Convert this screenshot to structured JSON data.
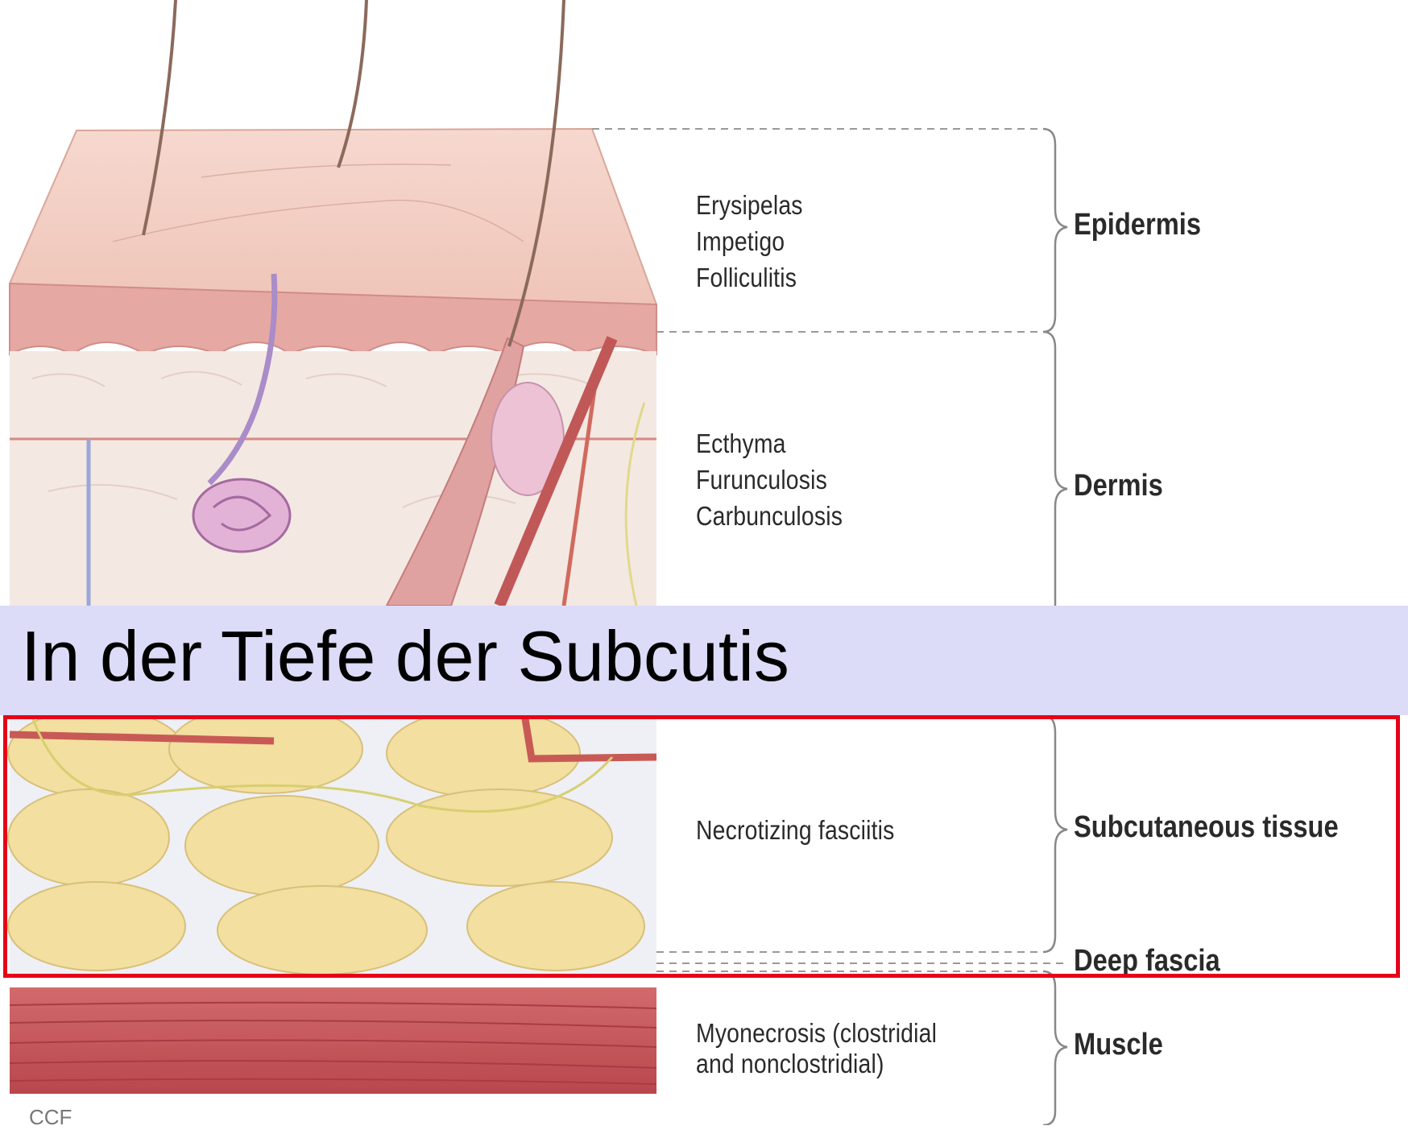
{
  "diagram": {
    "layers": [
      {
        "id": "epidermis",
        "label": "Epidermis",
        "conditions": [
          "Erysipelas",
          "Impetigo",
          "Folliculitis"
        ]
      },
      {
        "id": "dermis",
        "label": "Dermis",
        "conditions": [
          "Ecthyma",
          "Furunculosis",
          "Carbunculosis"
        ]
      },
      {
        "id": "subcutaneous",
        "label": "Subcutaneous tissue",
        "conditions": [
          "Necrotizing fasciitis"
        ]
      },
      {
        "id": "deep-fascia",
        "label": "Deep fascia",
        "conditions": []
      },
      {
        "id": "muscle",
        "label": "Muscle",
        "conditions": [
          "Myonecrosis (clostridial",
          "and nonclostridial)"
        ]
      }
    ],
    "banner_title": "In der Tiefe der Subcutis",
    "watermark": "CCF",
    "colors": {
      "epidermis": "#efc6bb",
      "dermis": "#f3e6e1",
      "subcutaneous_fat": "#f3dfa0",
      "muscle": "#c9555a",
      "banner": "#dcdcf8",
      "highlight": "#e8001a"
    }
  }
}
